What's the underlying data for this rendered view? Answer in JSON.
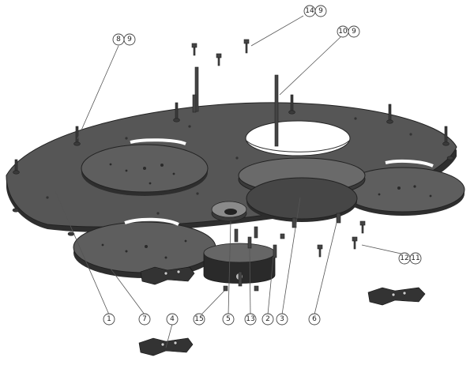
{
  "diagram": {
    "kind": "exploded-assembly",
    "colors": {
      "plate_dark": "#4a4a4a",
      "plate_mid": "#5a5a5a",
      "plate_light": "#777777",
      "edge": "#2a2a2a",
      "balloon_stroke": "#444444"
    },
    "balloons": [
      {
        "id": "b-1",
        "labels": [
          "1"
        ]
      },
      {
        "id": "b-7",
        "labels": [
          "7"
        ]
      },
      {
        "id": "b-4",
        "labels": [
          "4"
        ]
      },
      {
        "id": "b-15",
        "labels": [
          "15"
        ]
      },
      {
        "id": "b-5",
        "labels": [
          "5"
        ]
      },
      {
        "id": "b-13",
        "labels": [
          "13"
        ]
      },
      {
        "id": "b-2",
        "labels": [
          "2"
        ]
      },
      {
        "id": "b-3",
        "labels": [
          "3"
        ]
      },
      {
        "id": "b-6",
        "labels": [
          "6"
        ]
      },
      {
        "id": "b-8-9",
        "labels": [
          "8",
          "9"
        ]
      },
      {
        "id": "b-14-9",
        "labels": [
          "14",
          "9"
        ]
      },
      {
        "id": "b-10-9",
        "labels": [
          "10",
          "9"
        ]
      },
      {
        "id": "b-12-11",
        "labels": [
          "12",
          "11"
        ]
      }
    ]
  }
}
